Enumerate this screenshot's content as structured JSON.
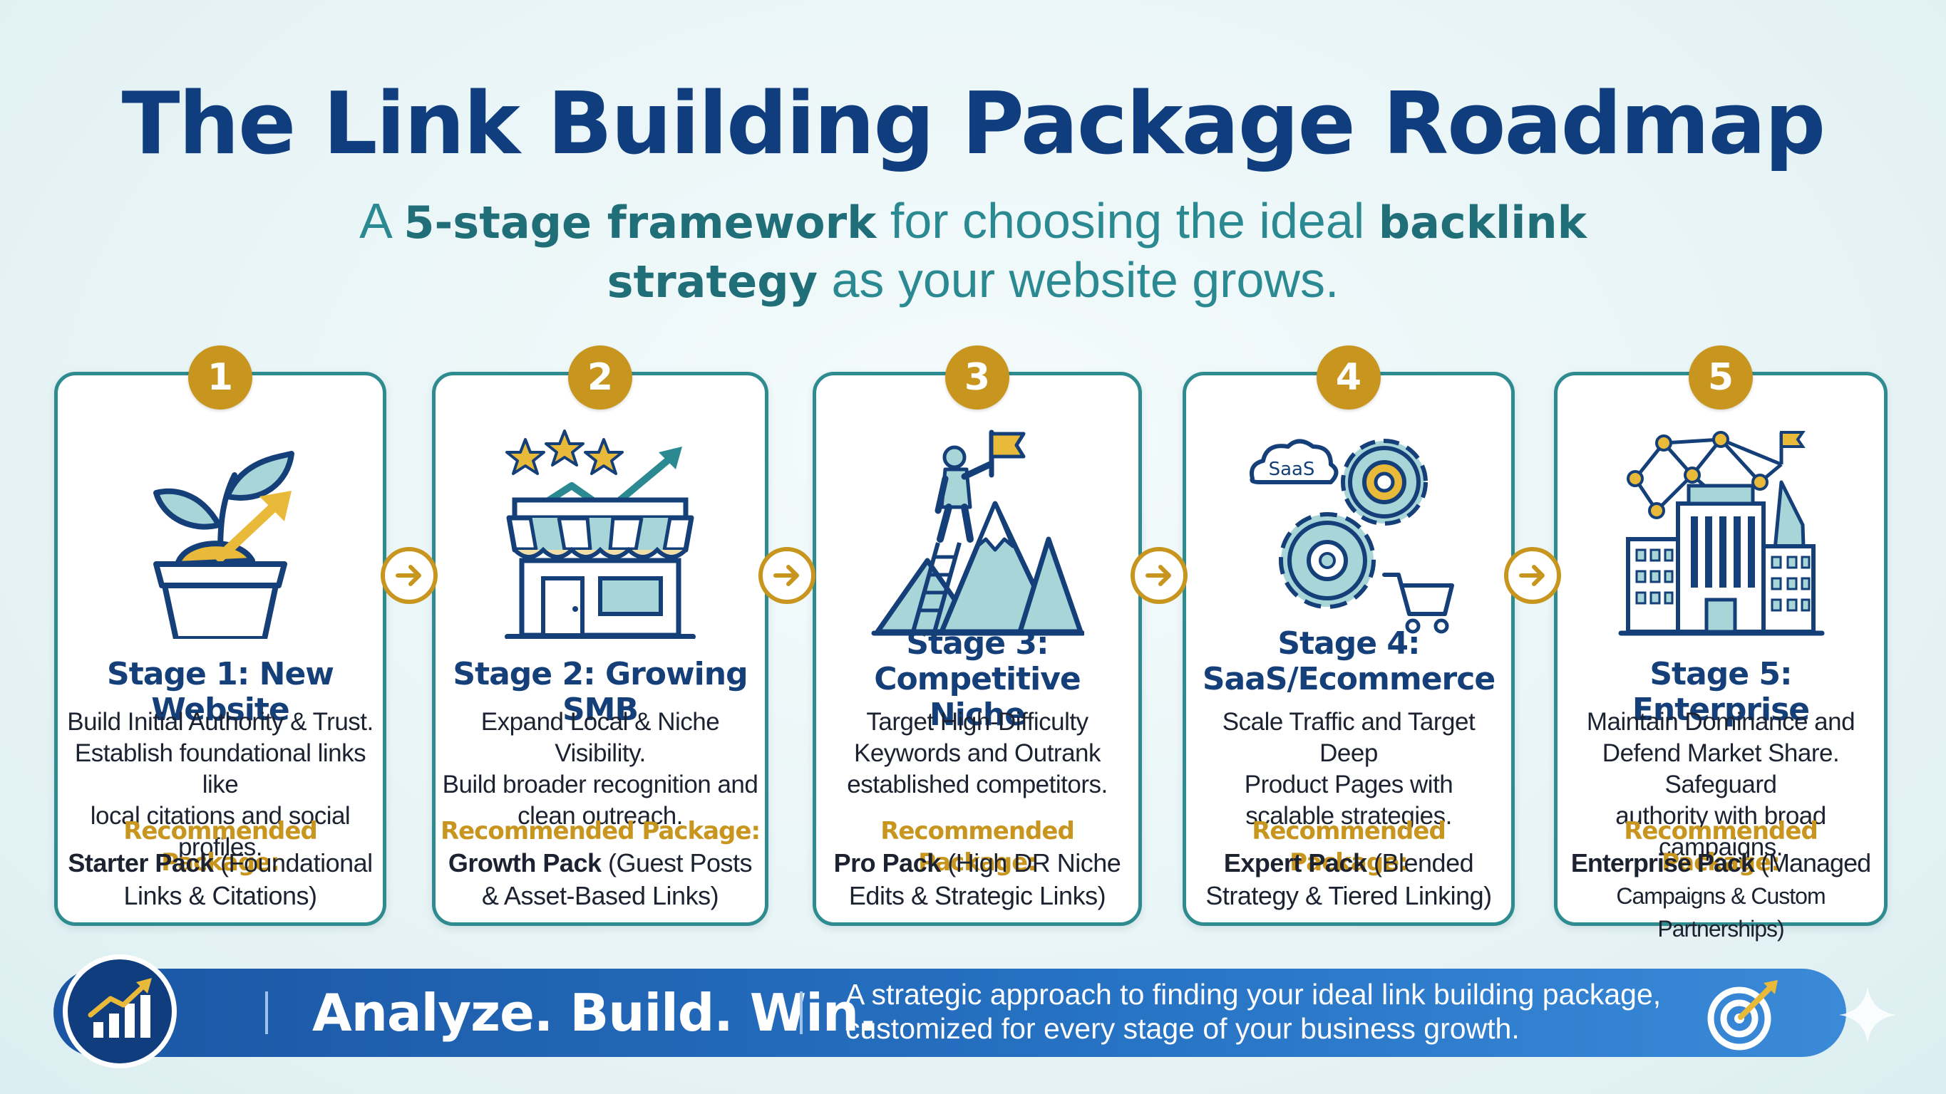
{
  "title": "The Link Building Package Roadmap",
  "subtitle": {
    "p1": "A ",
    "b1": "5-stage framework",
    "p2": " for choosing the ideal ",
    "b2": "backlink strategy",
    "p3": " as your website grows."
  },
  "stages": [
    {
      "number": "1",
      "title_lines": [
        "Stage 1: New Website"
      ],
      "desc_lines": [
        "Build Initial Authority & Trust.",
        "Establish foundational links like",
        "local citations and social profiles."
      ],
      "rec_label": "Recommended Package:",
      "pkg_name": "Starter Pack",
      "pkg_rest1": " (Foundational",
      "pkg_line2": "Links & Citations)",
      "icon": "plant-growth-icon"
    },
    {
      "number": "2",
      "title_lines": [
        "Stage 2: Growing SMB"
      ],
      "desc_lines": [
        "Expand Local & Niche Visibility.",
        "Build broader recognition and",
        "clean outreach."
      ],
      "rec_label": "Recommended Package:",
      "pkg_name": "Growth Pack",
      "pkg_rest1": " (Guest Posts",
      "pkg_line2": "& Asset-Based Links)",
      "icon": "storefront-stars-icon"
    },
    {
      "number": "3",
      "title_lines": [
        "Stage 3:",
        "Competitive Niche"
      ],
      "desc_lines": [
        "Target High-Difficulty",
        "Keywords and Outrank",
        "established competitors."
      ],
      "rec_label": "Recommended Package:",
      "pkg_name": "Pro Pack",
      "pkg_rest1": " (High DR Niche",
      "pkg_line2": "Edits & Strategic Links)",
      "icon": "mountain-climber-icon"
    },
    {
      "number": "4",
      "title_lines": [
        "Stage 4:",
        "SaaS/Ecommerce"
      ],
      "desc_lines": [
        "Scale Traffic and Target Deep",
        "Product Pages with",
        "scalable strategies."
      ],
      "rec_label": "Recommended Package:",
      "pkg_name": "Expert Pack",
      "pkg_rest1": " (Blended",
      "pkg_line2": "Strategy & Tiered Linking)",
      "icon": "gears-cart-icon",
      "cloud_label": "SaaS"
    },
    {
      "number": "5",
      "title_lines": [
        "Stage 5: Enterprise"
      ],
      "desc_lines": [
        "Maintain Dominance and",
        "Defend Market Share. Safeguard",
        "authority with broad campaigns."
      ],
      "rec_label": "Recommended Package:",
      "pkg_name": "Enterprise Pack",
      "pkg_rest1": " (Managed",
      "pkg_line2": "Campaigns & Custom Partnerships)",
      "icon": "enterprise-network-icon"
    }
  ],
  "banner": {
    "headline": "Analyze. Build. Win.",
    "text_line1": "A strategic approach to finding your ideal link building package,",
    "text_line2": "customized for every stage of your business growth."
  },
  "colors": {
    "title": "#0f3d7e",
    "subtitle": "#2b8a91",
    "card_border": "#2e8b8f",
    "gold": "#c8961f",
    "banner": "#1b56a4"
  }
}
